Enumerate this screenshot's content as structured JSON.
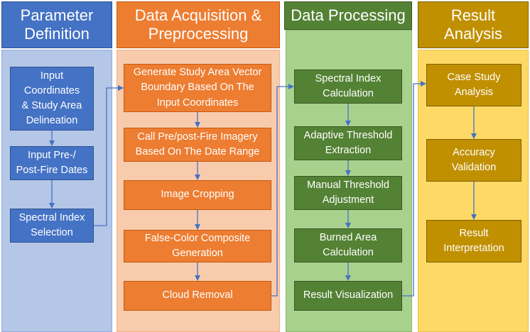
{
  "colors": {
    "blue_header": "#4472c4",
    "blue_panel": "#b4c7e7",
    "blue_box": "#4472c4",
    "orange_header": "#ed7d31",
    "orange_panel": "#f8cbad",
    "orange_box": "#ed7d31",
    "green_header": "#548235",
    "green_panel": "#a9d18e",
    "green_box": "#548235",
    "gold_header": "#c09000",
    "gold_panel": "#ffd966",
    "gold_box": "#c09000",
    "connector": "#4472c4"
  },
  "columns": [
    {
      "header": "Parameter\nDefinition",
      "steps": [
        "Input\nCoordinates\n& Study Area\nDelineation",
        "Input Pre-/\nPost-Fire Dates",
        "Spectral Index\nSelection"
      ]
    },
    {
      "header": "Data Acquisition &\nPreprocessing",
      "steps": [
        "Generate Study Area Vector\nBoundary Based On The\nInput Coordinates",
        "Call Pre/post-Fire Imagery\nBased On The Date Range",
        "Image Cropping",
        "False-Color Composite\nGeneration",
        "Cloud Removal"
      ]
    },
    {
      "header": "Data Processing",
      "steps": [
        "Spectral Index\nCalculation",
        "Adaptive Threshold\nExtraction",
        "Manual Threshold\nAdjustment",
        "Burned Area\nCalculation",
        "Result Visualization"
      ]
    },
    {
      "header": "Result\nAnalysis",
      "steps": [
        "Case Study\nAnalysis",
        "Accuracy\nValidation",
        "Result\nInterpretation"
      ]
    }
  ]
}
